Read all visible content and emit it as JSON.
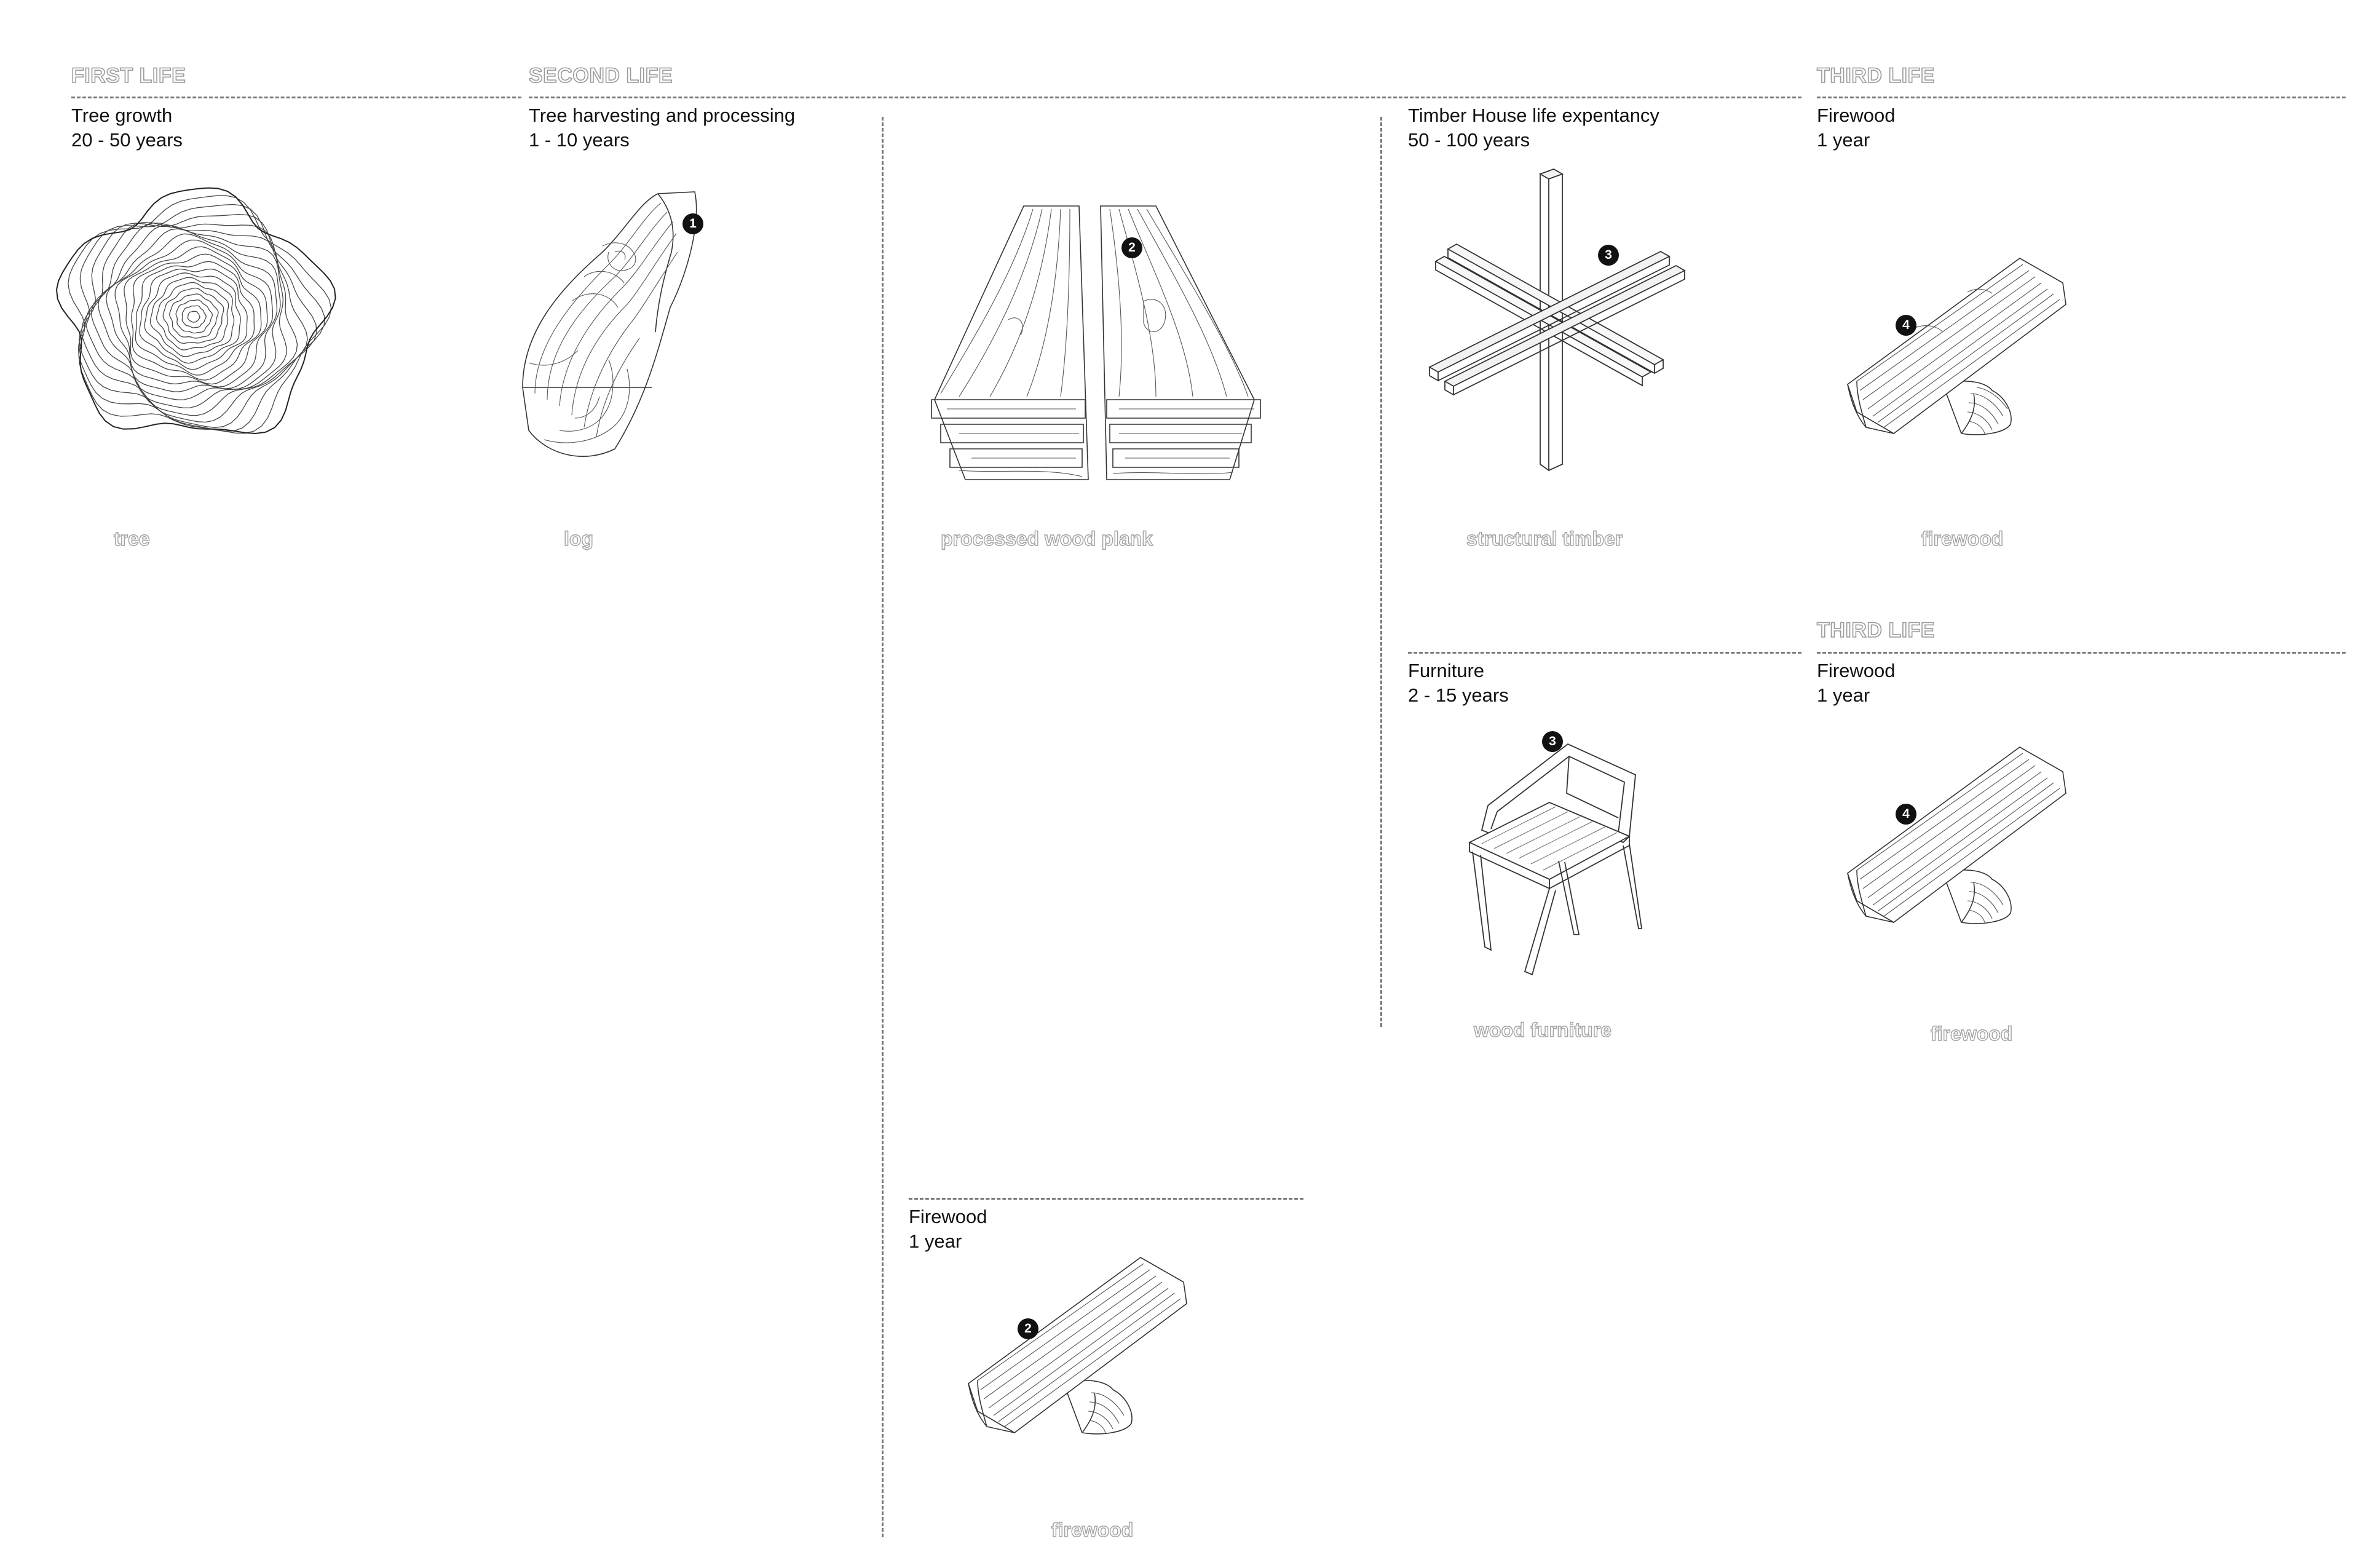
{
  "headers": {
    "first_life": "FIRST LIFE",
    "second_life": "SECOND LIFE",
    "third_life_top": "THIRD LIFE",
    "third_life_bottom": "THIRD LIFE"
  },
  "stages": {
    "tree_growth": {
      "title": "Tree growth",
      "duration": "20 - 50 years"
    },
    "harvesting": {
      "title": "Tree harvesting and processing",
      "duration": "1 - 10 years"
    },
    "timber_house": {
      "title": "Timber House life expentancy",
      "duration": "50 - 100 years"
    },
    "furniture": {
      "title": "Furniture",
      "duration": "2 - 15 years"
    },
    "firewood_top": {
      "title": "Firewood",
      "duration": "1 year"
    },
    "firewood_mid": {
      "title": "Firewood",
      "duration": "1 year"
    },
    "firewood_bottom": {
      "title": "Firewood",
      "duration": "1 year"
    }
  },
  "labels": {
    "tree": "tree",
    "log": "log",
    "plank": "processed wood plank",
    "structural": "structural timber",
    "firewood_top": "firewood",
    "furniture": "wood furniture",
    "firewood_mid": "firewood",
    "firewood_bottom": "firewood"
  },
  "markers": {
    "log": "1",
    "plank": "2",
    "structural": "3",
    "furniture": "3",
    "firewood_top": "4",
    "firewood_mid": "4",
    "firewood_bottom": "2"
  },
  "colors": {
    "ink": "#111111",
    "line": "#777777",
    "label_outline": "#a0a0a0"
  },
  "icons": [
    "tree-rings-icon",
    "log-icon",
    "wood-plank-icon",
    "structural-timber-icon",
    "firewood-icon",
    "chair-icon"
  ]
}
